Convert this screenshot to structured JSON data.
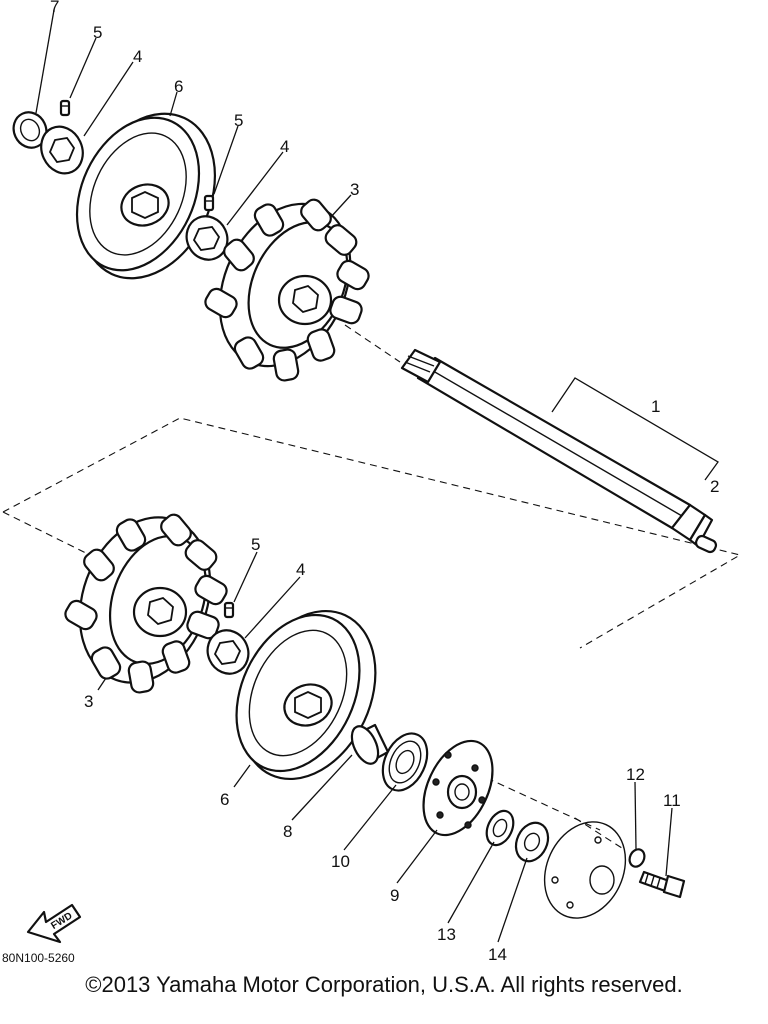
{
  "callouts": [
    "7",
    "5",
    "4",
    "6",
    "5",
    "4",
    "3",
    "1",
    "2",
    "5",
    "4",
    "3",
    "6",
    "8",
    "10",
    "9",
    "12",
    "11",
    "13",
    "14"
  ],
  "fwd_label": "FWD",
  "diagram_code": "80N100-5260",
  "copyright": "©2013 Yamaha Motor Corporation, U.S.A. All rights reserved."
}
